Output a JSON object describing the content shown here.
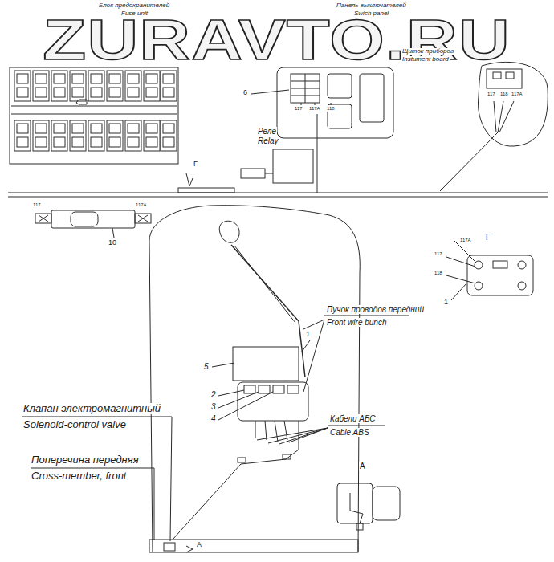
{
  "diagram": {
    "labels": [
      "ZURAVTO.RU",
      "Блок предохранителей",
      "Fuse unit",
      "Панель выключателей",
      "Swich panel",
      "Щиток приборов",
      "Instument board",
      "6",
      "117",
      "117А",
      "118",
      "117",
      "118",
      "117А",
      "Реле",
      "Relay",
      "Г",
      "117",
      "117А",
      "10",
      "Г",
      "1",
      "117",
      "118",
      "117А",
      "Пучок проводов передний",
      "Front wire bunch",
      "1",
      "5",
      "2",
      "3",
      "4",
      "Кабели АБС",
      "Cable ABS",
      "Клапан электромагнитный",
      "Solenoid-control valve",
      "Поперечина передняя",
      "Cross-member, front",
      "А",
      "А"
    ]
  }
}
